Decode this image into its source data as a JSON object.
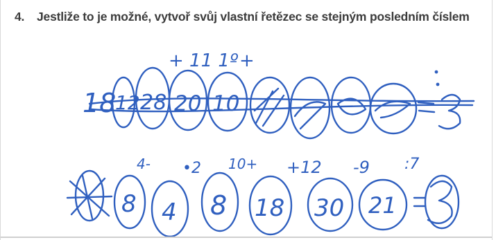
{
  "task": {
    "number": "4.",
    "text": "Jestliže to je možné, vytvoř svůj vlastní řetězec se stejným posledním číslem"
  },
  "handwriting": {
    "first_attempt": {
      "crossed_out": true,
      "numbers": [
        "18",
        "12",
        "28",
        "20",
        "10"
      ],
      "annotations": [
        "+ 11 1º",
        "+"
      ],
      "ending": "= 3"
    },
    "second_attempt": {
      "crossed_out_start": true,
      "numbers": [
        "8",
        "4",
        "8",
        "18",
        "30",
        "21"
      ],
      "operations": [
        "4-",
        "•2",
        "10+",
        "+12",
        "-9",
        ":7"
      ],
      "ending": "= 3"
    }
  },
  "colors": {
    "ink": "#2f5fbf",
    "heading_text": "#3b3b3b"
  }
}
